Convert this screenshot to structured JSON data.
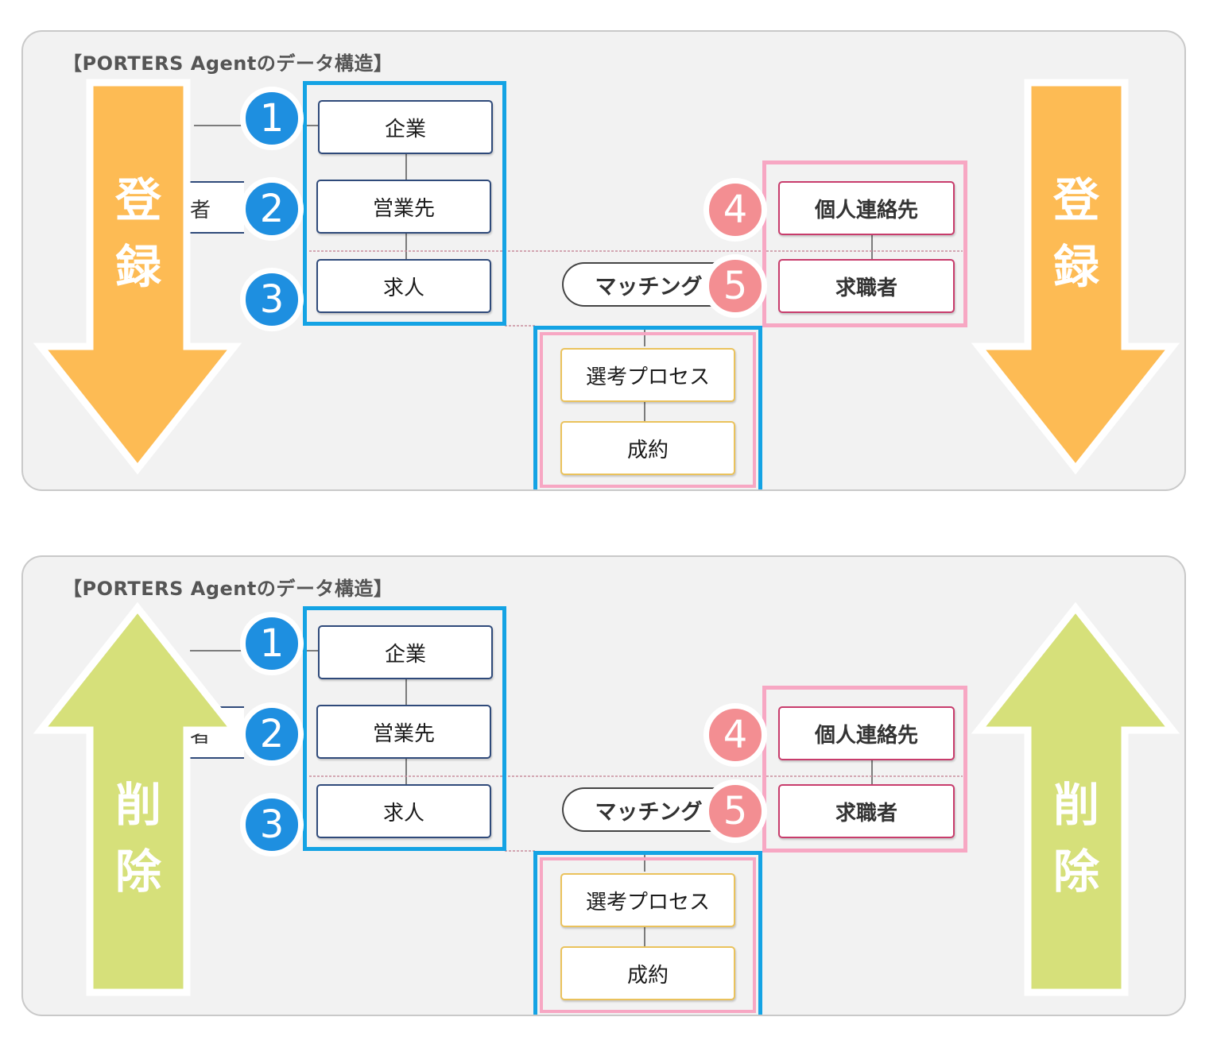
{
  "colors": {
    "panel_bg": "#f2f2f2",
    "blue_group": "#14a3e4",
    "pink_group": "#f7a7c3",
    "register_arrow": "#fdbb54",
    "delete_arrow": "#d6e07a",
    "badge_blue": "#1e8fe0",
    "badge_pink": "#f38e92"
  },
  "panels": [
    {
      "title": "【PORTERS Agentのデータ構造】",
      "cut_label": "者",
      "arrow_direction": "down",
      "action": [
        "登",
        "録"
      ],
      "nodes": {
        "company": "企業",
        "sales_target": "営業先",
        "job": "求人",
        "personal_contact": "個人連絡先",
        "job_seeker": "求職者",
        "selection_process": "選考プロセス",
        "contract": "成約"
      },
      "badges": [
        "1",
        "2",
        "3",
        "4",
        "5"
      ],
      "matching_label": "マッチング"
    },
    {
      "title": "【PORTERS Agentのデータ構造】",
      "cut_label": "者",
      "arrow_direction": "up",
      "action": [
        "削",
        "除"
      ],
      "nodes": {
        "company": "企業",
        "sales_target": "営業先",
        "job": "求人",
        "personal_contact": "個人連絡先",
        "job_seeker": "求職者",
        "selection_process": "選考プロセス",
        "contract": "成約"
      },
      "badges": [
        "1",
        "2",
        "3",
        "4",
        "5"
      ],
      "matching_label": "マッチング"
    }
  ]
}
